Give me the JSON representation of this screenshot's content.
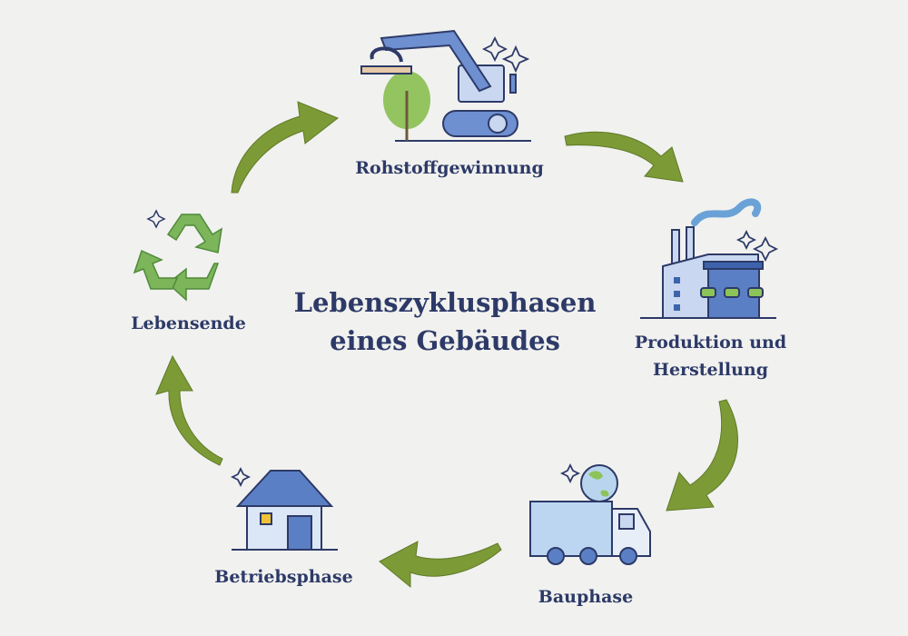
{
  "title": {
    "line1": "Lebenszyklusphasen",
    "line2": "eines Gebäudes"
  },
  "phases": [
    {
      "label": "Rohstoffgewinnung",
      "icon": "excavator-icon"
    },
    {
      "label_line1": "Produktion und",
      "label_line2": "Herstellung",
      "icon": "factory-icon"
    },
    {
      "label": "Bauphase",
      "icon": "truck-icon"
    },
    {
      "label": "Betriebsphase",
      "icon": "house-icon"
    },
    {
      "label": "Lebensende",
      "icon": "recycle-icon"
    }
  ],
  "colors": {
    "text": "#2d3a68",
    "arrow": "#7c9a36",
    "icon_blue": "#5b7fc4",
    "icon_light": "#c9d8f0",
    "leaf": "#8cbf5a"
  }
}
